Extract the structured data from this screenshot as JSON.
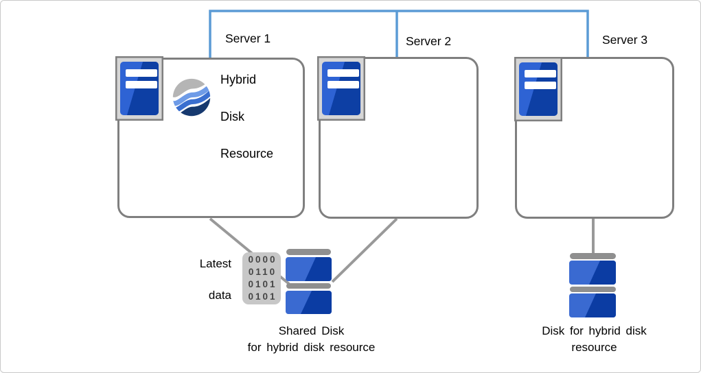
{
  "servers": [
    {
      "label": "Server 1"
    },
    {
      "label": "Server 2"
    },
    {
      "label": "Server 3"
    }
  ],
  "server1_resource": {
    "line1": "Hybrid",
    "line2": "Disk",
    "line3": "Resource"
  },
  "latest_data": {
    "line1": "Latest",
    "line2": "data"
  },
  "binary_block": {
    "rows": [
      "0000",
      "0110",
      "0101",
      "0101"
    ]
  },
  "shared_disk": {
    "caption_line1": "Shared Disk",
    "caption_line2": "for hybrid disk resource"
  },
  "hybrid_disk": {
    "caption_line1": "Disk for hybrid disk",
    "caption_line2": "resource"
  },
  "colors": {
    "network_line": "#5B9BD5",
    "connector_line": "#999999",
    "box_border": "#7F7F7F",
    "icon_frame_gray": "#D6D6D6",
    "server_blue_light": "#2E63D4",
    "server_blue_dark": "#0D3FA4",
    "disk_blue_light": "#3A6AD1",
    "disk_blue_dark": "#0B3CA3",
    "disk_cap_gray": "#8F8F8F",
    "binary_bg": "#C7C7C7",
    "binary_text": "#454545",
    "wave_gray": "#B5B5B5",
    "wave_light_blue": "#6E9BE7",
    "wave_mid_blue": "#3A6FD0",
    "wave_dark_blue": "#16396F"
  }
}
